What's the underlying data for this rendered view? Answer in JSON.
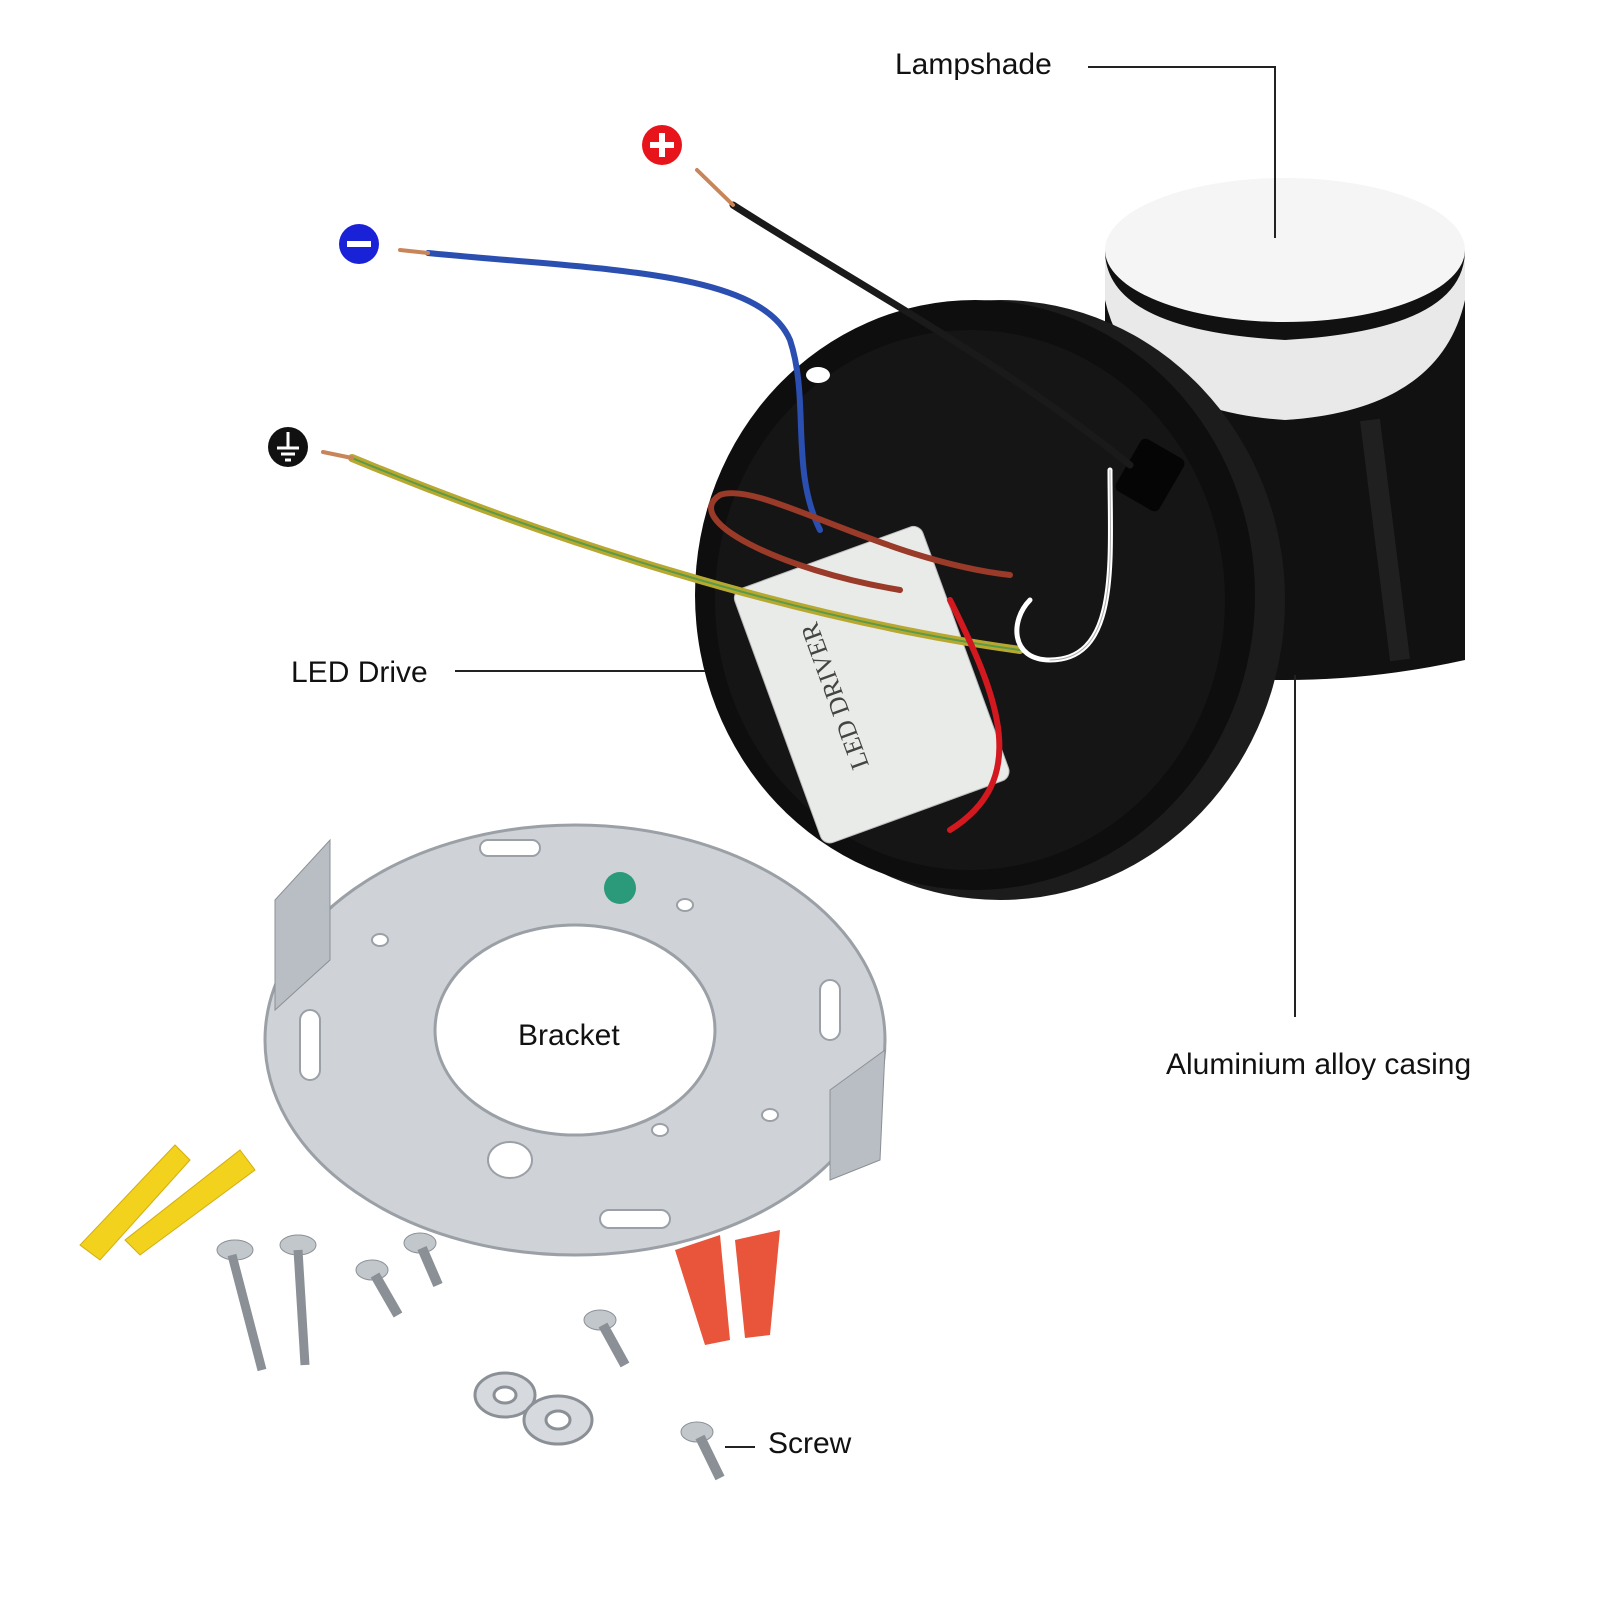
{
  "labels": {
    "lampshade": "Lampshade",
    "led_drive": "LED Drive",
    "bracket": "Bracket",
    "casing": "Aluminium alloy casing",
    "screw": "Screw"
  },
  "wire_symbols": [
    {
      "name": "positive",
      "icon": "plus-circle-icon",
      "color": "#e8141c"
    },
    {
      "name": "negative",
      "icon": "minus-circle-icon",
      "color": "#1a22d8"
    },
    {
      "name": "ground",
      "icon": "ground-icon",
      "color": "#111111"
    }
  ],
  "driver_print": "LED DRIVER",
  "colors": {
    "casing": "#141414",
    "lampshade": "#f4f4f4",
    "bracket": "#cfd3d8",
    "wire_blue": "#2a4fb0",
    "wire_black": "#1a1a1a",
    "wire_ground": "#b8a830",
    "wire_brown": "#9a3a28",
    "wire_red": "#d41820",
    "anchor": "#f2d21c",
    "wire_nut": "#e8553a"
  }
}
